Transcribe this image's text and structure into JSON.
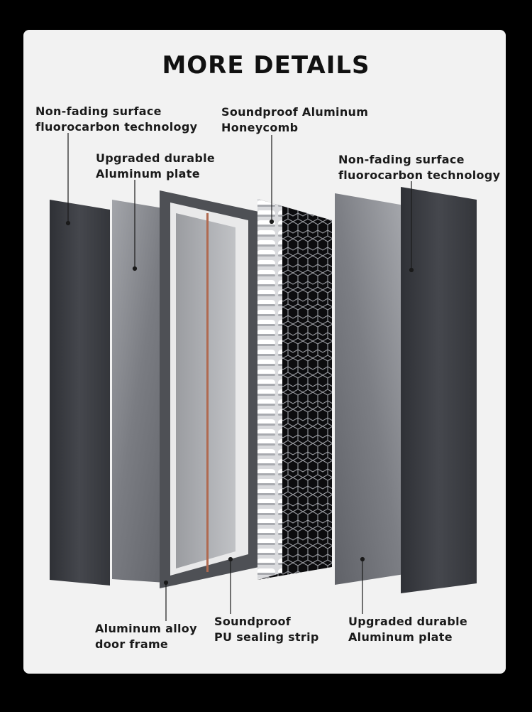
{
  "title": "MORE DETAILS",
  "labels": {
    "outer_left_panel": [
      "Non-fading surface",
      "fluorocarbon technology"
    ],
    "left_aluminum_plate": [
      "Upgraded durable",
      "Aluminum plate"
    ],
    "honeycomb": [
      "Soundproof Aluminum",
      "Honeycomb"
    ],
    "outer_right_panel": [
      "Non-fading surface",
      "fluorocarbon technology"
    ],
    "door_frame": [
      "Aluminum alloy",
      "door frame"
    ],
    "sealing_strip": [
      "Soundproof",
      "PU sealing strip"
    ],
    "right_aluminum_plate": [
      "Upgraded durable",
      "Aluminum plate"
    ]
  },
  "colors": {
    "background": "#000000",
    "card": "#f2f2f2",
    "text": "#111111",
    "dark_panel": "#3c3e44",
    "aluminum_plate": "#8a8c92",
    "frame": "#55575c",
    "seal_strip": "#b06a50",
    "honeycomb_dark": "#101012"
  }
}
